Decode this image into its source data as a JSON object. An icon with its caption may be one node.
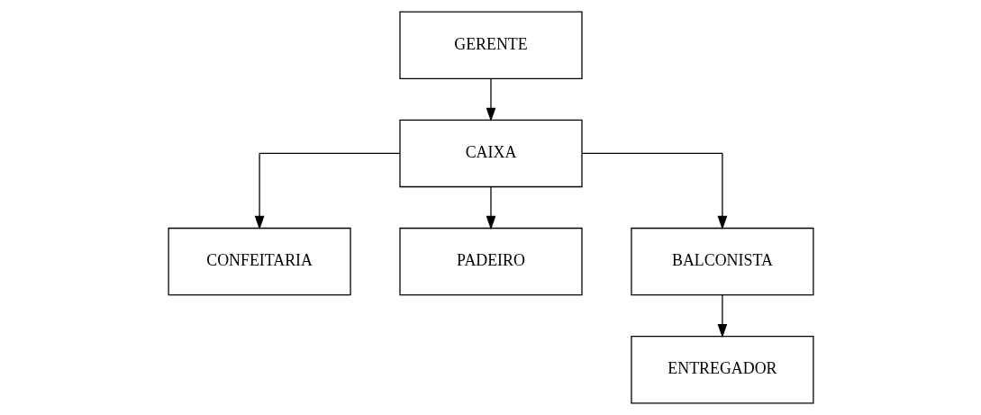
{
  "diagram": {
    "nodes": [
      {
        "text": [
          "GERENTE"
        ]
      },
      {
        "text": [
          "CAIXA"
        ]
      },
      {
        "text": [
          "CONFEITARIA"
        ]
      },
      {
        "text": [
          "PADEIRO"
        ]
      },
      {
        "text": [
          "BALCONISTA"
        ]
      },
      {
        "text": [
          "ENTREGADOR"
        ]
      }
    ],
    "edges": [
      {
        "from": 0,
        "to": 1,
        "arrow": "to"
      },
      {
        "from": 1,
        "to": 2,
        "arrow": "to"
      },
      {
        "from": 1,
        "to": 3,
        "arrow": "to"
      },
      {
        "from": 1,
        "to": 4,
        "arrow": "to"
      },
      {
        "from": 4,
        "to": 5,
        "arrow": "to"
      }
    ]
  }
}
